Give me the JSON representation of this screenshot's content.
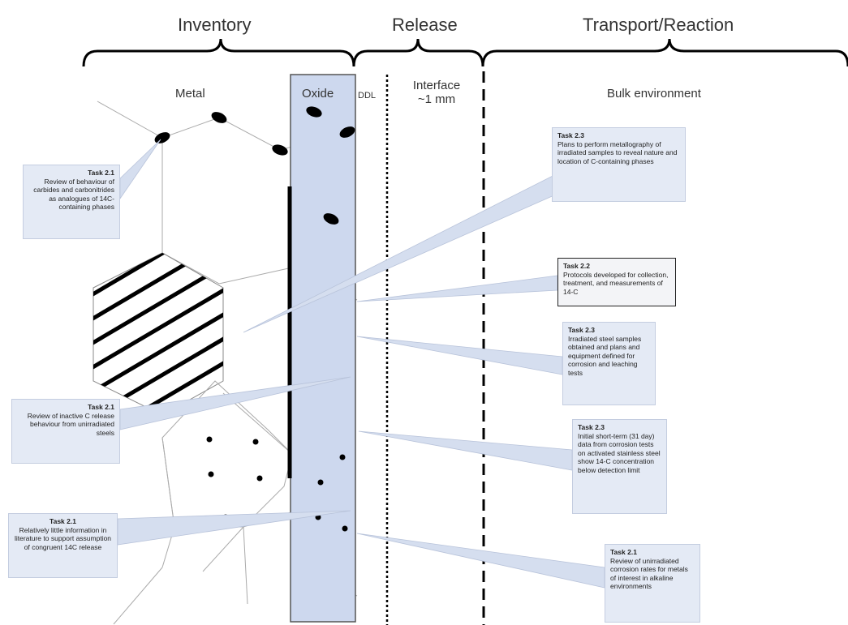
{
  "headings": {
    "inventory": "Inventory",
    "release": "Release",
    "transport": "Transport/Reaction"
  },
  "zones": {
    "metal": "Metal",
    "oxide": "Oxide",
    "ddl": "DDL",
    "interface_line1": "Interface",
    "interface_line2": "~1 mm",
    "bulk": "Bulk environment"
  },
  "callouts": {
    "c1": {
      "title": "Task 2.1",
      "body": "Review of behaviour of carbides and carbonitrides as analogues of 14C-containing phases"
    },
    "c2": {
      "title": "Task 2.1",
      "body": "Review of inactive C release behaviour from unirradiated steels"
    },
    "c3": {
      "title": "Task 2.1",
      "body": "Relatively little information in literature to support assumption of congruent 14C release"
    },
    "c4": {
      "title": "Task 2.3",
      "body": "Plans to perform metallography of irradiated samples to reveal nature and location of C-containing phases"
    },
    "c5": {
      "title": "Task 2.2",
      "body": "Protocols developed for collection, treatment, and measurements of 14-C"
    },
    "c6": {
      "title": "Task 2.3",
      "body": "Irradiated steel samples obtained and plans and equipment defined for corrosion and leaching tests"
    },
    "c7": {
      "title": "Task 2.3",
      "body": "Initial short-term (31 day) data from corrosion tests on activated stainless steel show 14-C concentration below detection limit"
    },
    "c8": {
      "title": "Task 2.1",
      "body": "Review of unirradiated corrosion rates for metals of interest in alkaline environments"
    }
  },
  "colors": {
    "oxide_fill": "#cdd8ee",
    "callout_fill": "#e4eaf5",
    "pointer_fill": "#d5deef",
    "ink": "#000000"
  }
}
